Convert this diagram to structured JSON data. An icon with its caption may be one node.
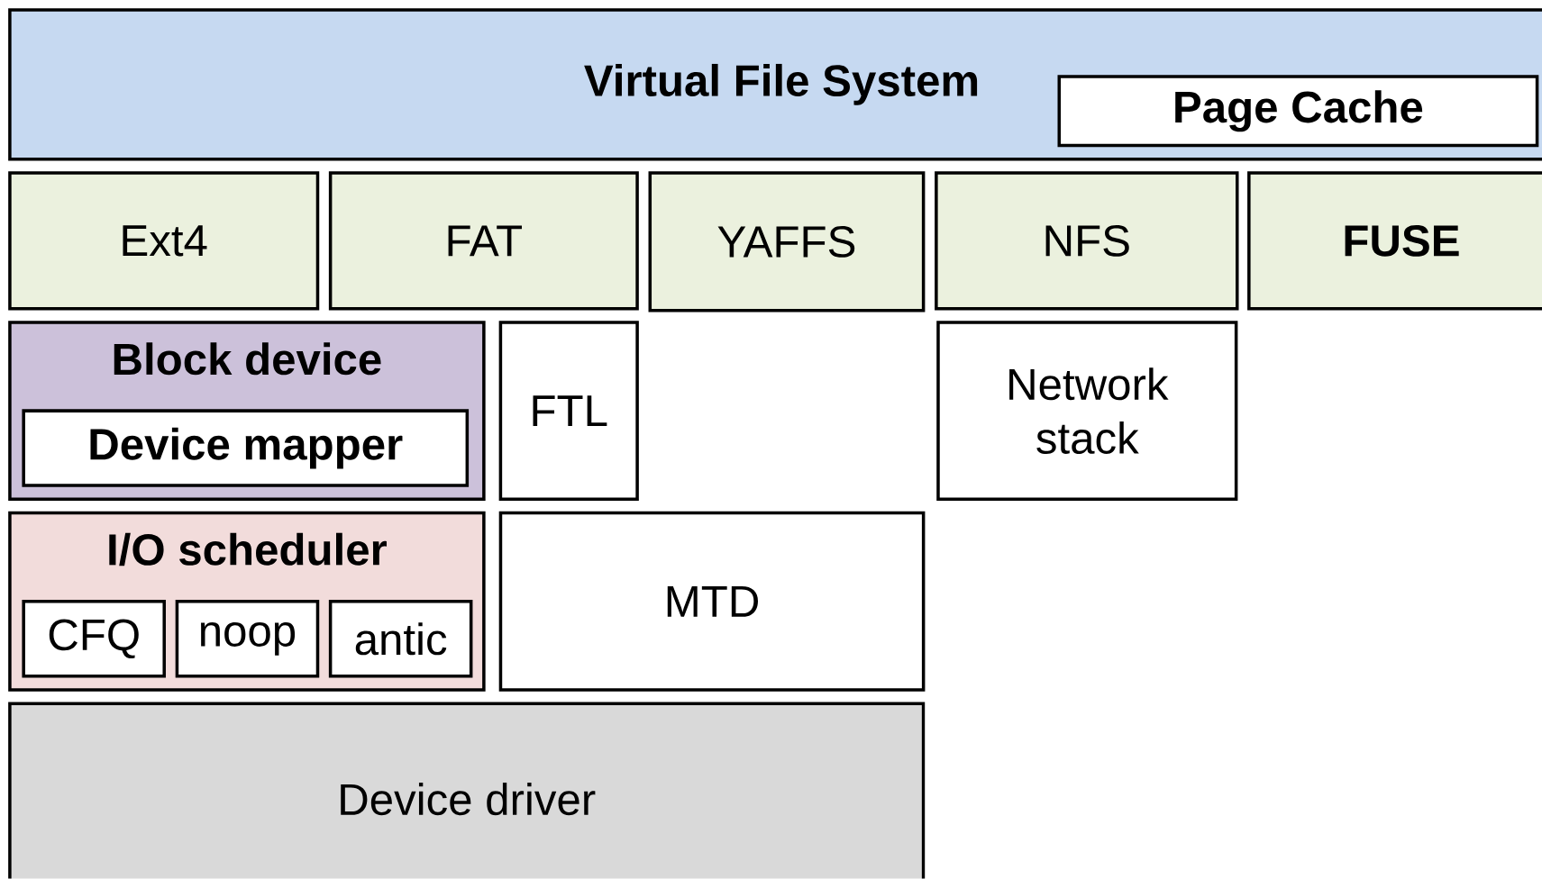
{
  "diagram": {
    "nodes": [
      {
        "text": [
          "Virtual File System"
        ]
      },
      {
        "text": [
          "Page Cache"
        ],
        "in": 0
      },
      {
        "text": [
          "Ext4"
        ]
      },
      {
        "text": [
          "FAT"
        ]
      },
      {
        "text": [
          "YAFFS"
        ]
      },
      {
        "text": [
          "NFS"
        ]
      },
      {
        "text": [
          "FUSE"
        ]
      },
      {
        "text": [
          "Block device"
        ]
      },
      {
        "text": [
          "Device mapper"
        ],
        "in": 7
      },
      {
        "text": [
          "FTL"
        ]
      },
      {
        "text": [
          "Network stack"
        ]
      },
      {
        "text": [
          "I/O scheduler"
        ]
      },
      {
        "text": [
          "CFQ"
        ],
        "in": 11
      },
      {
        "text": [
          "noop"
        ],
        "in": 11
      },
      {
        "text": [
          "antic"
        ],
        "in": 11
      },
      {
        "text": [
          "MTD"
        ]
      },
      {
        "text": [
          "Device driver"
        ]
      }
    ]
  }
}
